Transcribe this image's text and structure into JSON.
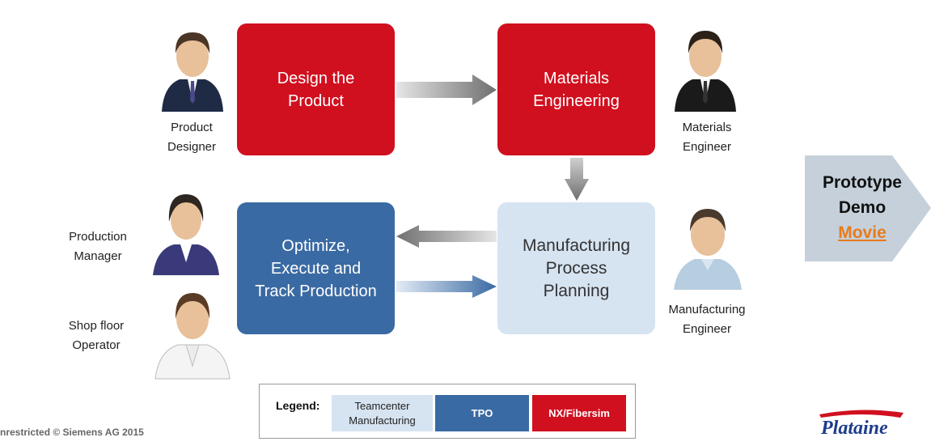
{
  "boxes": {
    "design": "Design the\nProduct",
    "materials": "Materials\nEngineering",
    "optimize": "Optimize,\nExecute and\nTrack Production",
    "manufacturing": "Manufacturing\nProcess\nPlanning"
  },
  "people": {
    "product_designer": "Product\nDesigner",
    "materials_engineer": "Materials\nEngineer",
    "production_manager": "Production\nManager",
    "shop_floor_operator": "Shop floor\nOperator",
    "manufacturing_engineer": "Manufacturing\nEngineer"
  },
  "prototype": {
    "line1": "Prototype",
    "line2": "Demo",
    "link": "Movie"
  },
  "legend": {
    "label": "Legend:",
    "items": [
      "Teamcenter\nManufacturing",
      "TPO",
      "NX/Fibersim"
    ]
  },
  "footer": "nrestricted © Siemens AG 2015",
  "logo": "Plataine",
  "colors": {
    "nx_red": "#d0101f",
    "tpo_blue": "#3a6aa3",
    "teamcenter_light": "#d6e3f1",
    "movie_orange": "#e87b1c",
    "prototype_arrow": "#c5d0da"
  }
}
